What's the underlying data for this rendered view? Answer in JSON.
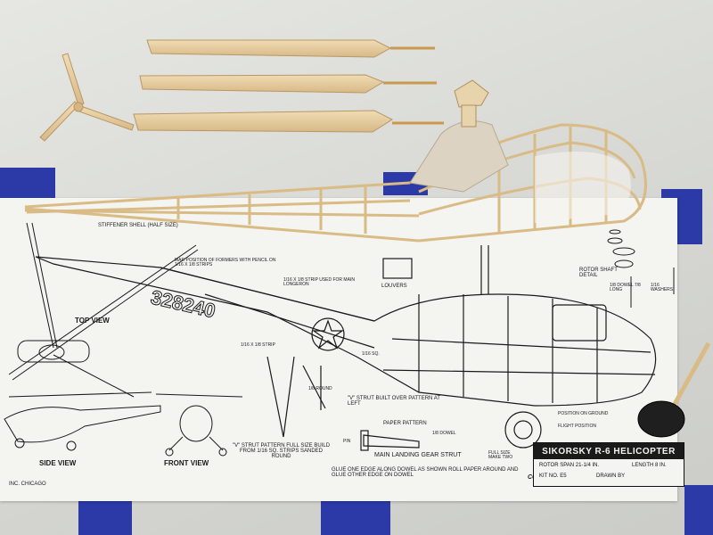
{
  "plan": {
    "title": "SIKORSKY R-6 HELICOPTER",
    "rotor_span": "ROTOR SPAN 21-1/4 IN.",
    "length": "LENGTH 8 IN.",
    "kit_no": "KIT NO. E5",
    "drawn_by": "DRAWN BY",
    "brand": "COMET",
    "maker_city": "INC. CHICAGO",
    "tail_number": "328240",
    "views": {
      "top": "TOP VIEW",
      "side": "SIDE VIEW",
      "front": "FRONT VIEW"
    },
    "notes": {
      "stiffener": "STIFFENER SHELL (HALF SIZE)",
      "formers": "MAR POSITION OF FORMERS WITH PENCIL ON 1/16 X 1/8 STRIPS",
      "longeron": "1/16 X 1/8 STRIP USED FOR MAIN LONGERON",
      "louvers": "LOUVERS",
      "rotor_shaft": "ROTOR SHAFT DETAIL",
      "dowel": "1/8 DOWEL 7/8 LONG",
      "washers": "1/16 WASHERS",
      "v_strut_built": "\"V\" STRUT BUILT OVER PATTERN AT LEFT",
      "v_strut_pattern": "\"V\" STRUT PATTERN FULL SIZE BUILD FROM 1/16 SQ. STRIPS SANDED ROUND",
      "strip": "1/16 X 1/8 STRIP",
      "sq": "1/16 SQ.",
      "round": "1/8 ROUND",
      "paper_pattern": "PAPER PATTERN",
      "pin": "PIN",
      "dowel2": "1/8 DOWEL",
      "main_strut": "MAIN LANDING GEAR STRUT",
      "full_size": "FULL SIZE MAKE TWO",
      "glue_note": "GLUE ONE EDGE ALONG DOWEL AS SHOWN ROLL PAPER AROUND AND GLUE OTHER EDGE ON DOWEL",
      "ground": "POSITION ON GROUND",
      "flight": "FLIGHT POSITION"
    }
  },
  "colors": {
    "balsa": "#e9d3a8",
    "balsa_dark": "#c9a46c",
    "tape": "#2b3aa6",
    "paper": "#f4f4f1",
    "ink": "#1a1a1a"
  }
}
